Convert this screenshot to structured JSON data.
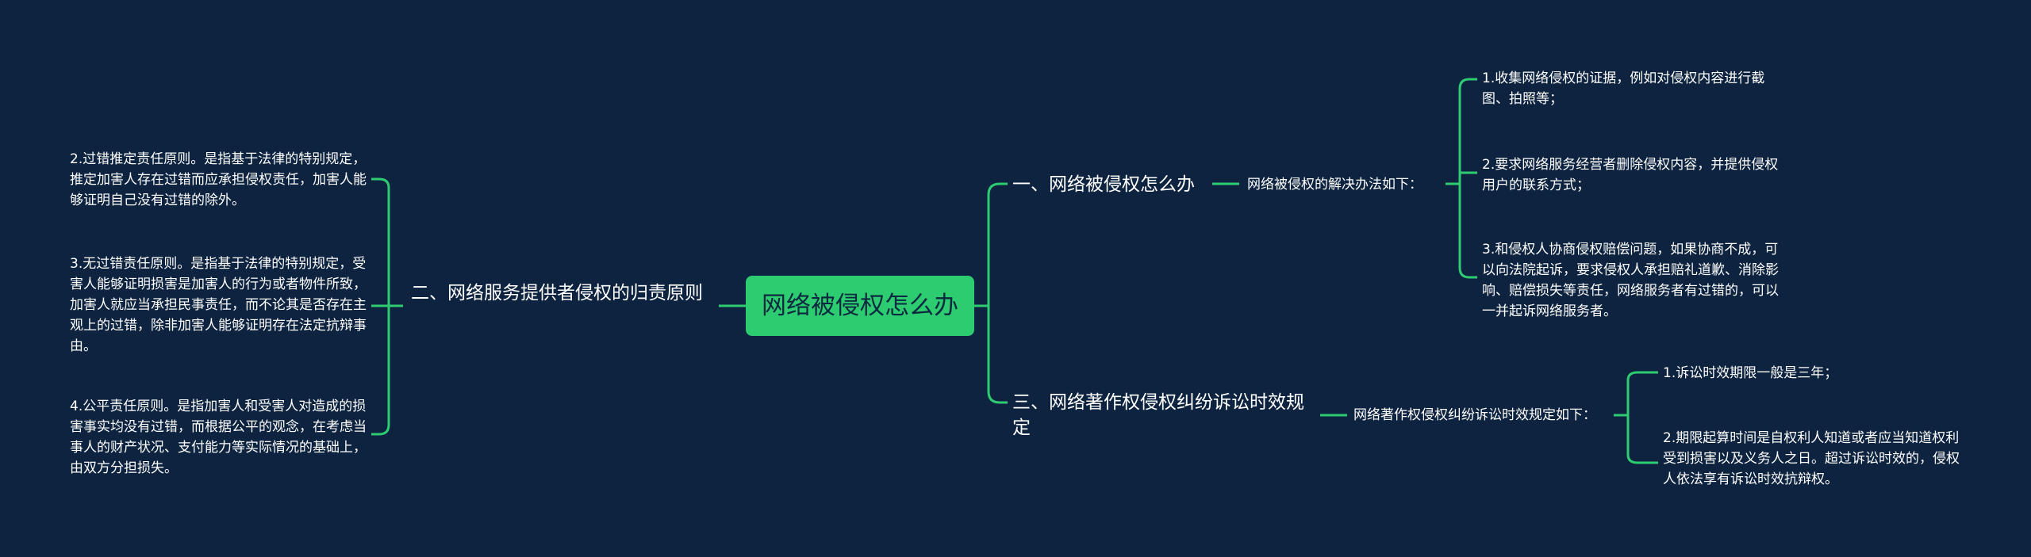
{
  "title": "网络被侵权怎么办",
  "accent_color": "#2ecc71",
  "background_color": "#0d2340",
  "left": {
    "label": "二、网络服务提供者侵权的归责原则",
    "children": [
      "2.过错推定责任原则。是指基于法律的特别规定，推定加害人存在过错而应承担侵权责任，加害人能够证明自己没有过错的除外。",
      "3.无过错责任原则。是指基于法律的特别规定，受害人能够证明损害是加害人的行为或者物件所致，加害人就应当承担民事责任，而不论其是否存在主观上的过错，除非加害人能够证明存在法定抗辩事由。",
      "4.公平责任原则。是指加害人和受害人对造成的损害事实均没有过错，而根据公平的观念，在考虑当事人的财产状况、支付能力等实际情况的基础上，由双方分担损失。"
    ]
  },
  "right": [
    {
      "label": "一、网络被侵权怎么办",
      "sub": "网络被侵权的解决办法如下：",
      "children": [
        "1.收集网络侵权的证据，例如对侵权内容进行截图、拍照等；",
        "2.要求网络服务经营者删除侵权内容，并提供侵权用户的联系方式；",
        "3.和侵权人协商侵权赔偿问题，如果协商不成，可以向法院起诉，要求侵权人承担赔礼道歉、消除影响、赔偿损失等责任，网络服务者有过错的，可以一并起诉网络服务者。"
      ]
    },
    {
      "label": "三、网络著作权侵权纠纷诉讼时效规定",
      "sub": "网络著作权侵权纠纷诉讼时效规定如下：",
      "children": [
        "1.诉讼时效期限一般是三年；",
        "2.期限起算时间是自权利人知道或者应当知道权利受到损害以及义务人之日。超过诉讼时效的，侵权人依法享有诉讼时效抗辩权。"
      ]
    }
  ]
}
